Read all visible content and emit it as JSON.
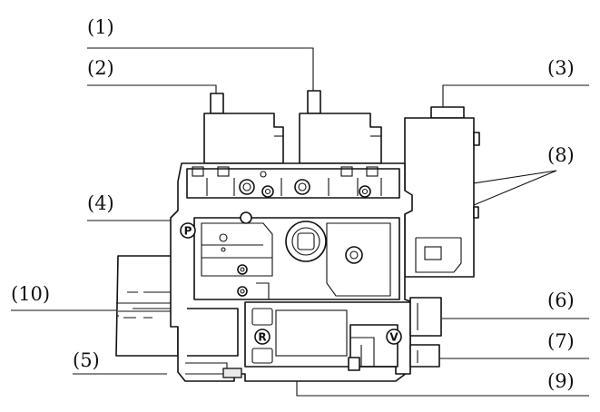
{
  "callouts": [
    {
      "id": "c1",
      "text": "(1)"
    },
    {
      "id": "c2",
      "text": "(2)"
    },
    {
      "id": "c3",
      "text": "(3)"
    },
    {
      "id": "c4",
      "text": "(4)"
    },
    {
      "id": "c5",
      "text": "(5)"
    },
    {
      "id": "c6",
      "text": "(6)"
    },
    {
      "id": "c7",
      "text": "(7)"
    },
    {
      "id": "c8",
      "text": "(8)"
    },
    {
      "id": "c9",
      "text": "(9)"
    },
    {
      "id": "c10",
      "text": "(10)"
    }
  ],
  "port_marks": {
    "p": "P",
    "r": "R",
    "v": "V"
  },
  "colors": {
    "line": "#111111",
    "background": "#ffffff",
    "shade": "#e9e9e9"
  }
}
